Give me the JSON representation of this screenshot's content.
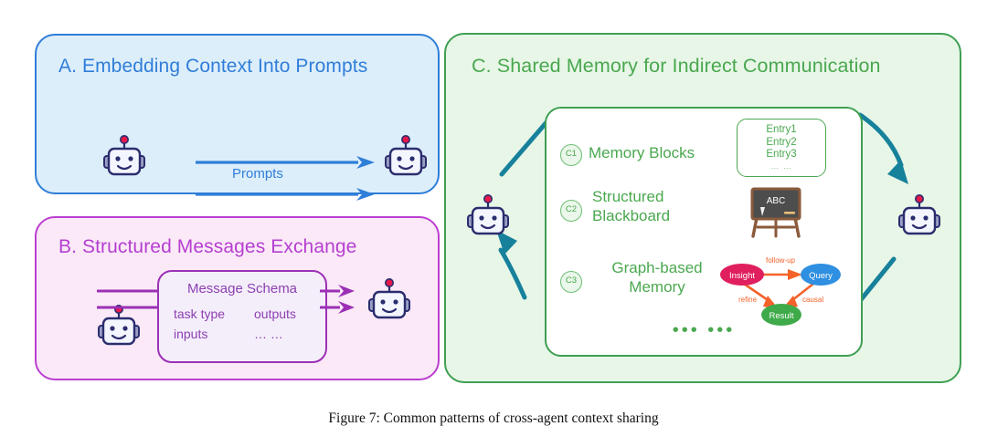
{
  "figure": {
    "caption": "Figure 7: Common patterns of cross-agent context sharing"
  },
  "colors": {
    "panel_a_accent": "#2f7ed8",
    "panel_a_bg": "#ddeefb",
    "panel_b_accent": "#b53fd0",
    "panel_b_bg": "#fbe9f8",
    "panel_c_accent": "#4aa84f",
    "panel_c_bg": "#e7f6e7",
    "arrow_teal": "#17819c",
    "graph_insight": "#e0205e",
    "graph_query": "#2f8fe0",
    "graph_result": "#3faa4a",
    "graph_edge": "#f4622a",
    "robot_outline": "#2b2d6e"
  },
  "panel_a": {
    "title": "A. Embedding Context Into Prompts",
    "arrow_label": "Prompts",
    "left_agent": "agent",
    "right_agent": "agent"
  },
  "panel_b": {
    "title": "B. Structured Messages Exchange",
    "schema": {
      "title": "Message Schema",
      "rows": [
        {
          "left": "task type",
          "right": "outputs"
        },
        {
          "left": "inputs",
          "right": "… …"
        }
      ]
    },
    "left_agent": "agent",
    "right_agent": "agent"
  },
  "panel_c": {
    "title": "C. Shared Memory for Indirect Communication",
    "items": [
      {
        "badge": "C1",
        "label": "Memory Blocks"
      },
      {
        "badge": "C2",
        "label": "Structured\nBlackboard"
      },
      {
        "badge": "C3",
        "label": "Graph-based\nMemory"
      }
    ],
    "entry_box": {
      "lines": [
        "Entry1",
        "Entry2",
        "Entry3"
      ],
      "ellipsis": "… …"
    },
    "blackboard": {
      "text": "ABC"
    },
    "graph": {
      "nodes": [
        {
          "id": "insight",
          "label": "Insight",
          "color": "#e0205e"
        },
        {
          "id": "query",
          "label": "Query",
          "color": "#2f8fe0"
        },
        {
          "id": "result",
          "label": "Result",
          "color": "#3faa4a"
        }
      ],
      "edges": [
        {
          "from": "insight",
          "to": "query",
          "label": "follow-up"
        },
        {
          "from": "insight",
          "to": "result",
          "label": "refine"
        },
        {
          "from": "query",
          "to": "result",
          "label": "causal"
        }
      ]
    },
    "card_dots": "••• •••",
    "left_agent": "agent",
    "right_agent": "agent"
  }
}
